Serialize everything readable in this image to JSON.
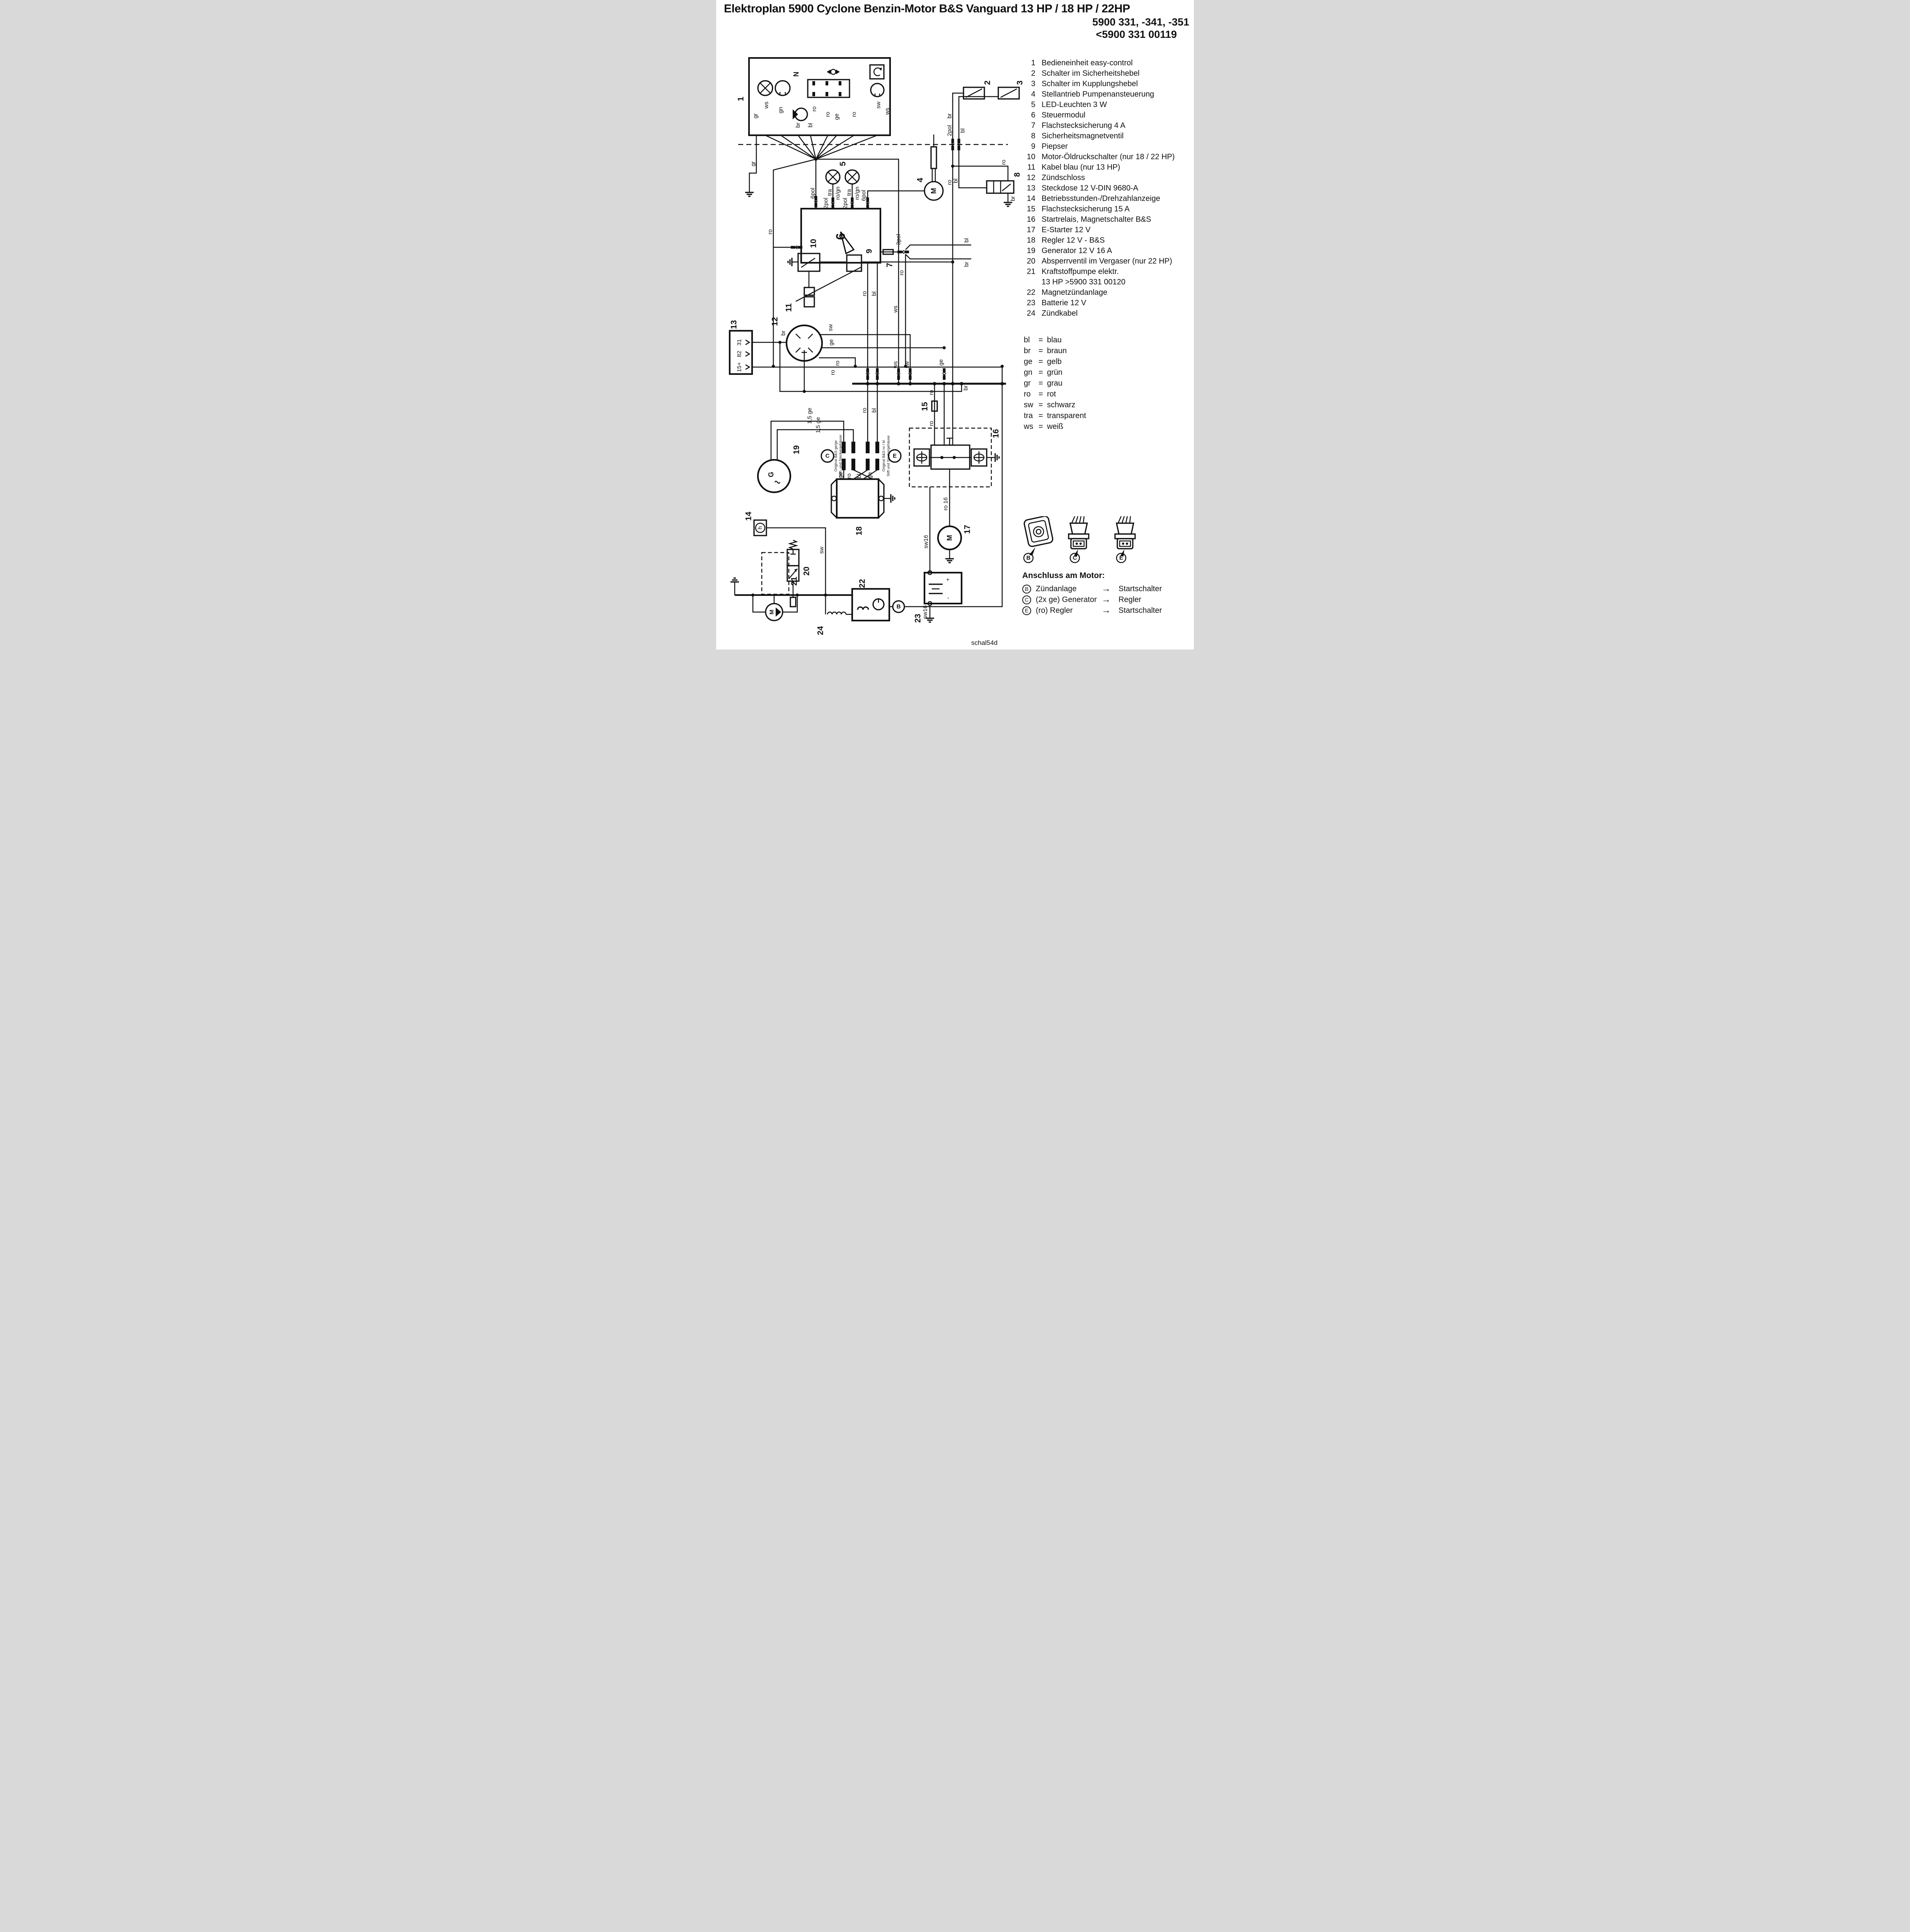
{
  "header": {
    "title": "Elektroplan 5900 Cyclone Benzin-Motor B&S Vanguard 13 HP / 18 HP / 22HP",
    "subtitle_line1": "5900 331, -341, -351",
    "subtitle_line2": "<5900 331 00119"
  },
  "parts_list": {
    "items": [
      {
        "num": "1",
        "label": "Bedieneinheit easy-control"
      },
      {
        "num": "2",
        "label": "Schalter im Sicherheitshebel"
      },
      {
        "num": "3",
        "label": "Schalter im Kupplungshebel"
      },
      {
        "num": "4",
        "label": "Stellantrieb Pumpenansteuerung"
      },
      {
        "num": "5",
        "label": "LED-Leuchten 3 W"
      },
      {
        "num": "6",
        "label": "Steuermodul"
      },
      {
        "num": "7",
        "label": "Flachstecksicherung 4 A"
      },
      {
        "num": "8",
        "label": "Sicherheitsmagnetventil"
      },
      {
        "num": "9",
        "label": "Piepser"
      },
      {
        "num": "10",
        "label": "Motor-Öldruckschalter (nur 18 / 22 HP)"
      },
      {
        "num": "11",
        "label": "Kabel blau (nur 13 HP)"
      },
      {
        "num": "12",
        "label": "Zündschloss"
      },
      {
        "num": "13",
        "label": "Steckdose 12 V-DIN 9680-A"
      },
      {
        "num": "14",
        "label": "Betriebsstunden-/Drehzahlanzeige"
      },
      {
        "num": "15",
        "label": "Flachstecksicherung 15 A"
      },
      {
        "num": "16",
        "label": "Startrelais, Magnetschalter B&S"
      },
      {
        "num": "17",
        "label": "E-Starter 12 V"
      },
      {
        "num": "18",
        "label": "Regler 12 V - B&S"
      },
      {
        "num": "19",
        "label": "Generator 12 V 16 A"
      },
      {
        "num": "20",
        "label": "Absperrventil im Vergaser (nur 22 HP)"
      },
      {
        "num": "21",
        "label": "Kraftstoffpumpe elektr."
      },
      {
        "num": "",
        "label": "13 HP >5900 331 00120"
      },
      {
        "num": "22",
        "label": "Magnetzündanlage"
      },
      {
        "num": "23",
        "label": "Batterie 12 V"
      },
      {
        "num": "24",
        "label": "Zündkabel"
      }
    ]
  },
  "wire_color_legend": {
    "eq": "=",
    "items": [
      {
        "abbr": "bl",
        "name": "blau"
      },
      {
        "abbr": "br",
        "name": "braun"
      },
      {
        "abbr": "ge",
        "name": "gelb"
      },
      {
        "abbr": "gn",
        "name": "grün"
      },
      {
        "abbr": "gr",
        "name": "grau"
      },
      {
        "abbr": "ro",
        "name": "rot"
      },
      {
        "abbr": "sw",
        "name": "schwarz"
      },
      {
        "abbr": "tra",
        "name": "transparent"
      },
      {
        "abbr": "ws",
        "name": "weiß"
      }
    ]
  },
  "anschluss": {
    "heading": "Anschluss am Motor:",
    "arrow": "→",
    "rows": [
      {
        "key": "B",
        "from": "Zündanlage",
        "to": "Startschalter"
      },
      {
        "key": "C",
        "from": "(2x ge) Generator",
        "to": "Regler"
      },
      {
        "key": "E",
        "from": "(ro) Regler",
        "to": "Startschalter"
      }
    ]
  },
  "connector_figure": {
    "labels": [
      "B",
      "C",
      "E"
    ]
  },
  "footer": {
    "code": "schal54d"
  },
  "schematic": {
    "numbers": {
      "n1": "1",
      "n2": "2",
      "n3": "3",
      "n4": "4",
      "n5": "5",
      "n6": "6",
      "n7": "7",
      "n8": "8",
      "n9": "9",
      "n10": "10",
      "n11": "11",
      "n12": "12",
      "n13": "13",
      "n14": "14",
      "n15": "15",
      "n16": "16",
      "n17": "17",
      "n18": "18",
      "n19": "19",
      "n20": "20",
      "n21": "21",
      "n22": "22",
      "n23": "23",
      "n24": "24"
    },
    "wires": {
      "ro": "ro",
      "bl": "bl",
      "br": "br",
      "ge": "ge",
      "gn": "gn",
      "gr": "gr",
      "sw": "sw",
      "ws": "ws",
      "tra": "tra",
      "ro_gn": "ro/gn",
      "pol2": "2pol",
      "pol3": "3pol",
      "pol6": "6pol",
      "ro16": "ro 16",
      "sw16": "sw16",
      "ge15": "1,5 ge"
    },
    "symbols": {
      "N": "N",
      "G": "G",
      "M": "M",
      "h": "h",
      "plus": "+",
      "minus": "-",
      "t31": "31",
      "t82": "82",
      "t15": "15+",
      "B": "B",
      "C": "C",
      "E": "E"
    },
    "notes": {
      "c_line1": "Original B&S ge/ge",
      "c_line2": "Stift- und Steckergehäuse",
      "e_line1": "Original B&S ro / bl",
      "e_line2": "Stift und Steckergehäuse"
    }
  }
}
